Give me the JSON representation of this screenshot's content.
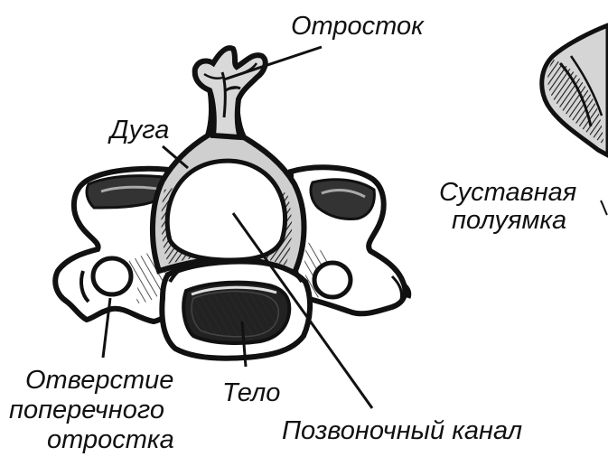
{
  "labels": {
    "process": "Отросток",
    "arch": "Дуга",
    "articular_line1": "Суставная",
    "articular_line2": "полуямка",
    "foramen_line1": "Отверстие",
    "foramen_line2": "поперечного",
    "foramen_line3": "отростка",
    "body": "Тело",
    "canal": "Позвоночный канал"
  },
  "colors": {
    "ink": "#111111",
    "bone_shade": "#3a3a3a",
    "bone_light": "#bdbdbd",
    "background": "#ffffff"
  }
}
